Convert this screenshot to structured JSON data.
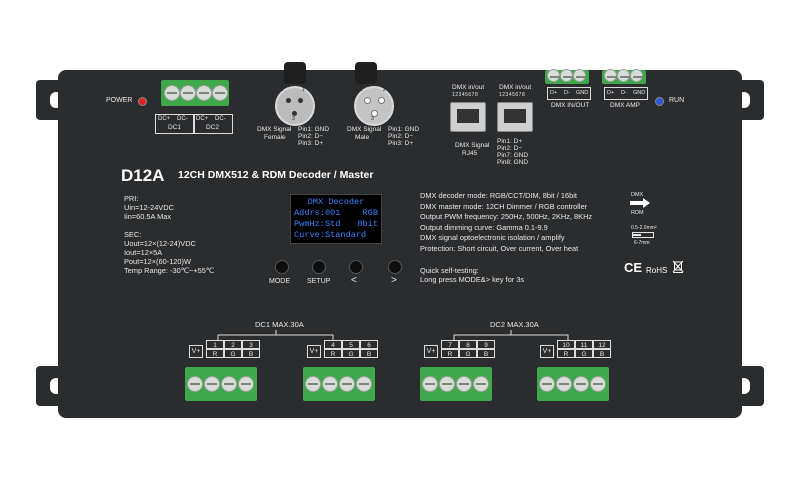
{
  "device": {
    "model": "D12A",
    "subtitle": "12CH DMX512 & RDM Decoder / Master"
  },
  "top": {
    "power_label": "POWER",
    "run_label": "RUN",
    "dc1": {
      "plus": "DC+",
      "minus": "DC-",
      "name": "DC1"
    },
    "dc2": {
      "plus": "DC+",
      "minus": "DC-",
      "name": "DC2"
    },
    "xlr_female": {
      "title1": "DMX Signal",
      "title2": "Female",
      "pins": [
        "Pin1: GND",
        "Pin2: D−",
        "Pin3: D+"
      ],
      "num_2": "2",
      "num_1": "1",
      "num_3": "3"
    },
    "xlr_male": {
      "title1": "DMX Signal",
      "title2": "Male",
      "pins": [
        "Pin1: GND",
        "Pin2: D−",
        "Pin3: D+"
      ],
      "num_1": "1",
      "num_2": "2",
      "num_3": "3"
    },
    "rj45": {
      "label1": "DMX in/out",
      "label2": "DMX in/out",
      "pins_label": "12345678",
      "pins_label2": "12345678",
      "title1": "DMX Signal",
      "title2": "RJ45",
      "pins": [
        "Pin1: D+",
        "Pin2: D−",
        "Pin7: GND",
        "Pin8: GND"
      ]
    },
    "dmx_in_out": {
      "cells": [
        "D+",
        "D-",
        "GND"
      ],
      "label": "DMX IN/OUT"
    },
    "dmx_amp": {
      "cells": [
        "D+",
        "D-",
        "GND"
      ],
      "label": "DMX  AMP"
    }
  },
  "left_specs": {
    "pri": "PRI:",
    "uin": "Uin=12-24VDC",
    "iin": "Iin=60.5A Max",
    "sec": "SEC:",
    "uout": "Uout=12×(12-24)VDC",
    "iout": "Iout=12×5A",
    "pout": "Pout=12×(60-120)W",
    "temp": "Temp Range: -30℃~+55℃"
  },
  "screen": {
    "line1": "DMX Decoder",
    "line2a": "Addrs:001",
    "line2b": "RGB",
    "line3a": "PwmHz:Std",
    "line3b": "8bit",
    "line4": "Curve:Standard"
  },
  "buttons": {
    "mode": "MODE",
    "setup": "SETUP",
    "left": "<",
    "right": ">"
  },
  "right_specs": [
    "DMX decoder mode: RGB/CCT/DIM, 8bit / 16bit",
    "DMX master mode: 12CH Dimmer / RGB controller",
    "Output PWM frequency: 250Hz, 500Hz, 2KHz, 8KHz",
    "Output dimming curve: Gamma 0.1-9.9",
    "DMX signal optoelectronic isolation / amplify",
    "Protection: Short circuit, Over current, Over heat"
  ],
  "self_test": {
    "title": "Quick self-testing:",
    "text": "Long press MODE&> key for 3s"
  },
  "icons": {
    "dmx": "DMX",
    "rdm": "RDM",
    "wire1": "0.5-2.0mm²",
    "wire2": "6-7mm",
    "ce": "CE",
    "rohs": "RoHS"
  },
  "outputs": {
    "dc1_label": "DC1  MAX.30A",
    "dc2_label": "DC2  MAX.30A",
    "groups": [
      {
        "vplus": "V+",
        "nums": [
          "1",
          "2",
          "3"
        ],
        "cols": [
          "R",
          "G",
          "B"
        ]
      },
      {
        "vplus": "V+",
        "nums": [
          "4",
          "5",
          "6"
        ],
        "cols": [
          "R",
          "G",
          "B"
        ]
      },
      {
        "vplus": "V+",
        "nums": [
          "7",
          "8",
          "9"
        ],
        "cols": [
          "R",
          "G",
          "B"
        ]
      },
      {
        "vplus": "V+",
        "nums": [
          "10",
          "11",
          "12"
        ],
        "cols": [
          "R",
          "G",
          "B"
        ]
      }
    ]
  },
  "colors": {
    "body": "#2b2c2e",
    "terminal": "#3fa84b",
    "power_led": "#e02020",
    "run_led": "#2a56d8",
    "oled_text": "#3c82ff"
  }
}
